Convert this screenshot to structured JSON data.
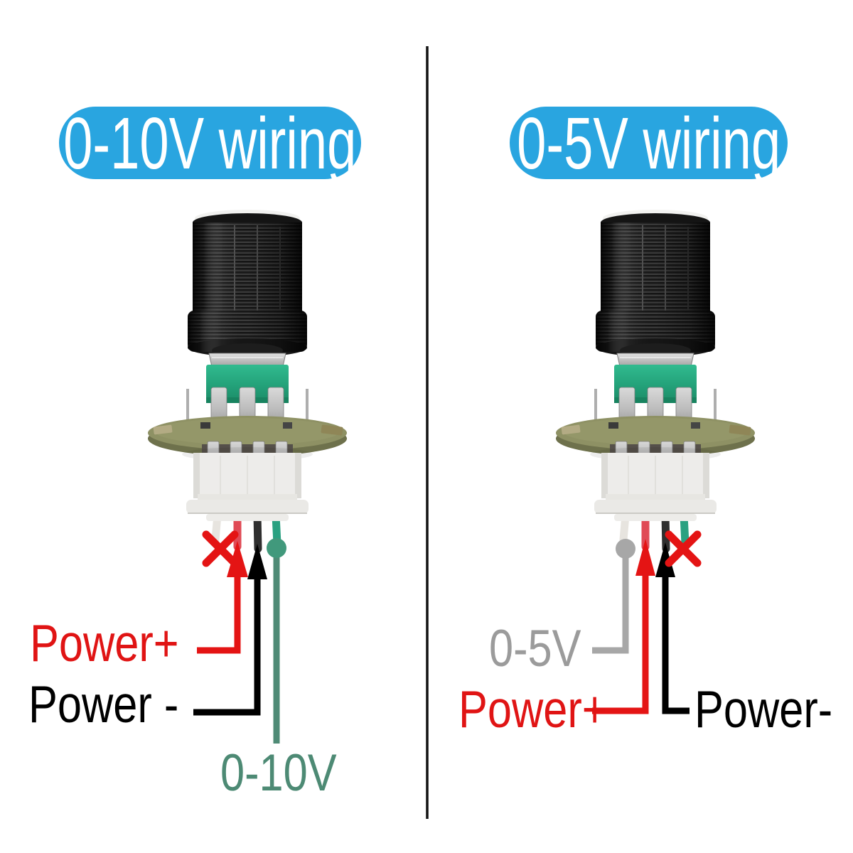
{
  "colors": {
    "title-bg": "#29a5e0",
    "title-text": "#ffffff",
    "power-plus": "#e01414",
    "power-minus": "#000000",
    "marker-red": "#e41414",
    "signal-10v": "#4d8a74",
    "signal-5v": "#9b9b9b",
    "line-green": "#4f8b76",
    "dot-green": "#41997c",
    "dot-gray": "#a7a7a7",
    "divider": "#111111"
  },
  "panels": [
    {
      "title": "0-10V wiring",
      "wires": [
        {
          "color": "white",
          "marker": "x-not-connected",
          "label": ""
        },
        {
          "color": "red",
          "marker": "arrow-up",
          "label": "Power+"
        },
        {
          "color": "black",
          "marker": "arrow-up",
          "label": "Power -"
        },
        {
          "color": "green",
          "marker": "dot-signal",
          "label": "0-10V"
        }
      ]
    },
    {
      "title": "0-5V wiring",
      "wires": [
        {
          "color": "white",
          "marker": "dot-signal",
          "label": "0-5V"
        },
        {
          "color": "red",
          "marker": "arrow-up",
          "label": "Power+"
        },
        {
          "color": "black",
          "marker": "arrow-up",
          "label": "Power-"
        },
        {
          "color": "green",
          "marker": "x-not-connected",
          "label": ""
        }
      ]
    }
  ]
}
